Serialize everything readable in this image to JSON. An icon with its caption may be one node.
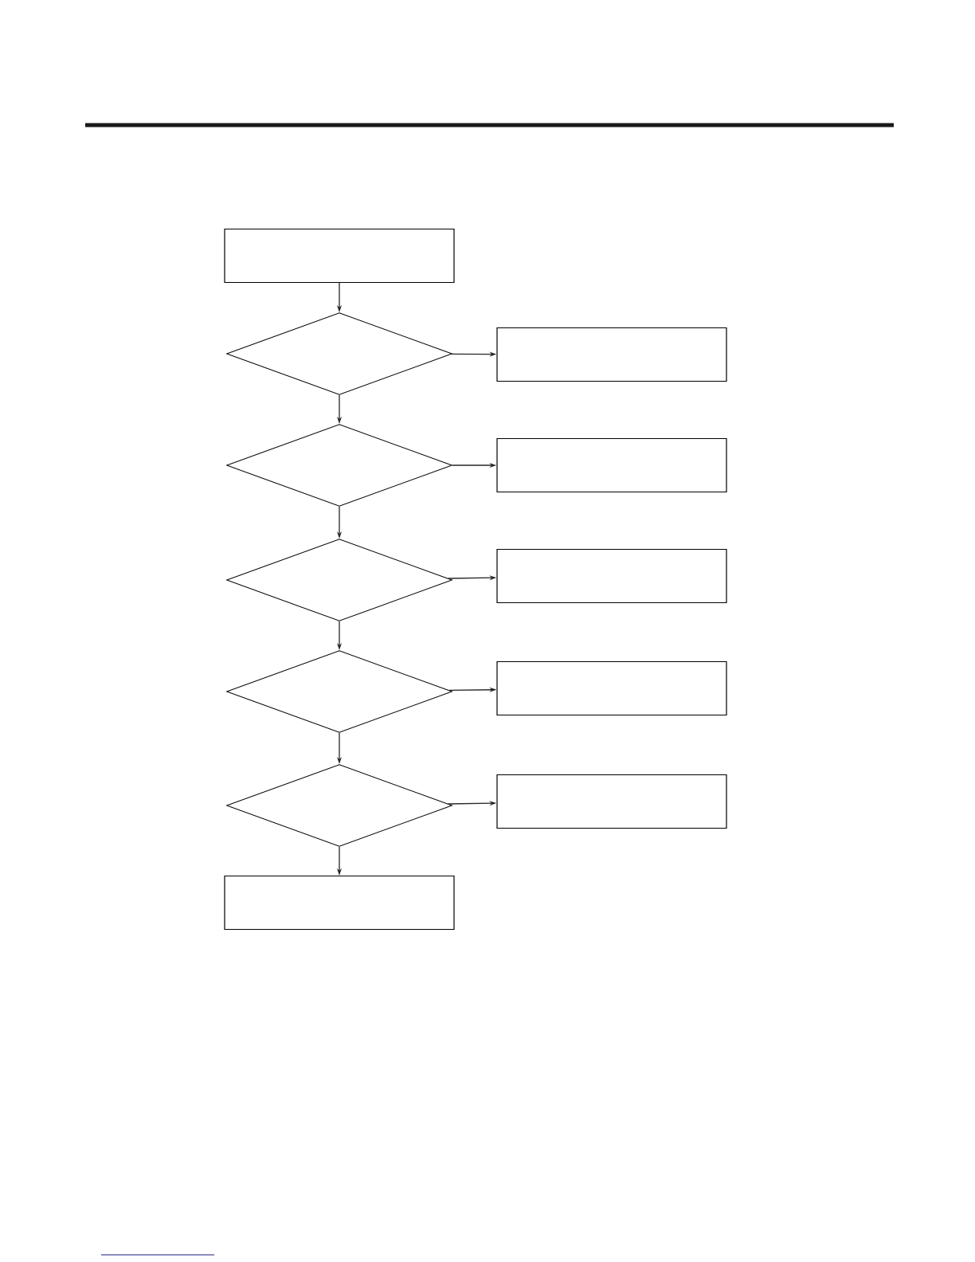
{
  "diagram": {
    "nodes": [
      {
        "text": [],
        "shape": "box"
      },
      {
        "text": [],
        "shape": "diamond"
      },
      {
        "text": [],
        "shape": "box"
      },
      {
        "text": [],
        "shape": "diamond"
      },
      {
        "text": [],
        "shape": "box"
      },
      {
        "text": [],
        "shape": "diamond"
      },
      {
        "text": [],
        "shape": "box"
      },
      {
        "text": [],
        "shape": "diamond"
      },
      {
        "text": [],
        "shape": "box"
      },
      {
        "text": [],
        "shape": "diamond"
      },
      {
        "text": [],
        "shape": "box"
      },
      {
        "text": [],
        "shape": "box"
      }
    ],
    "edges": [
      {
        "from": 0,
        "to": 1,
        "arrow": "to"
      },
      {
        "from": 1,
        "to": 2,
        "arrow": "to"
      },
      {
        "from": 1,
        "to": 3,
        "arrow": "to"
      },
      {
        "from": 3,
        "to": 4,
        "arrow": "to"
      },
      {
        "from": 3,
        "to": 5,
        "arrow": "to"
      },
      {
        "from": 5,
        "to": 6,
        "arrow": "to"
      },
      {
        "from": 5,
        "to": 7,
        "arrow": "to"
      },
      {
        "from": 7,
        "to": 8,
        "arrow": "to"
      },
      {
        "from": 7,
        "to": 9,
        "arrow": "to"
      },
      {
        "from": 9,
        "to": 10,
        "arrow": "to"
      },
      {
        "from": 9,
        "to": 11,
        "arrow": "to"
      }
    ]
  }
}
